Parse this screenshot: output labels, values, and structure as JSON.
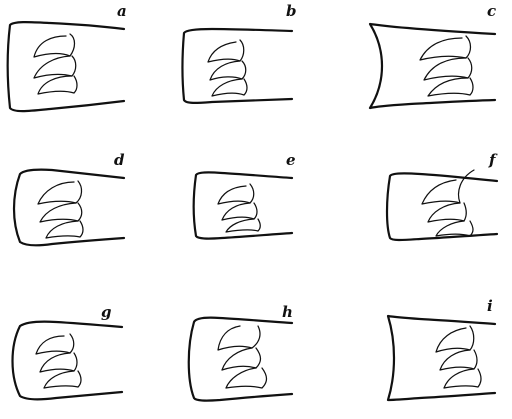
{
  "figure": {
    "panels": [
      {
        "label": "a",
        "end_shape": "rounded"
      },
      {
        "label": "b",
        "end_shape": "rounded"
      },
      {
        "label": "c",
        "end_shape": "concave"
      },
      {
        "label": "d",
        "end_shape": "rounded"
      },
      {
        "label": "e",
        "end_shape": "rounded"
      },
      {
        "label": "f",
        "end_shape": "rounded"
      },
      {
        "label": "g",
        "end_shape": "rounded"
      },
      {
        "label": "h",
        "end_shape": "rounded"
      },
      {
        "label": "i",
        "end_shape": "concave"
      }
    ]
  }
}
